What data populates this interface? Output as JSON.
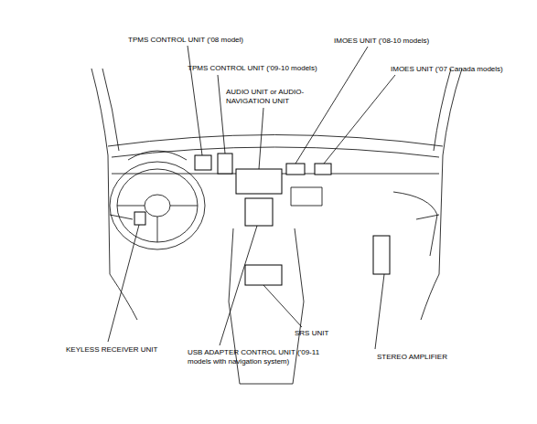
{
  "diagram": {
    "labels": [
      "TPMS CONTROL UNIT ('08 model)",
      "TPMS CONTROL UNIT ('09-10 models)",
      "AUDIO UNIT or AUDIO-NAVIGATION UNIT",
      "IMOES UNIT ('08-10 models)",
      "IMOES UNIT ('07 Canada models)",
      "KEYLESS RECEIVER UNIT",
      "USB ADAPTER CONTROL UNIT ('09-11 models with navigation system)",
      "SRS UNIT",
      "STEREO AMPLIFIER"
    ]
  }
}
